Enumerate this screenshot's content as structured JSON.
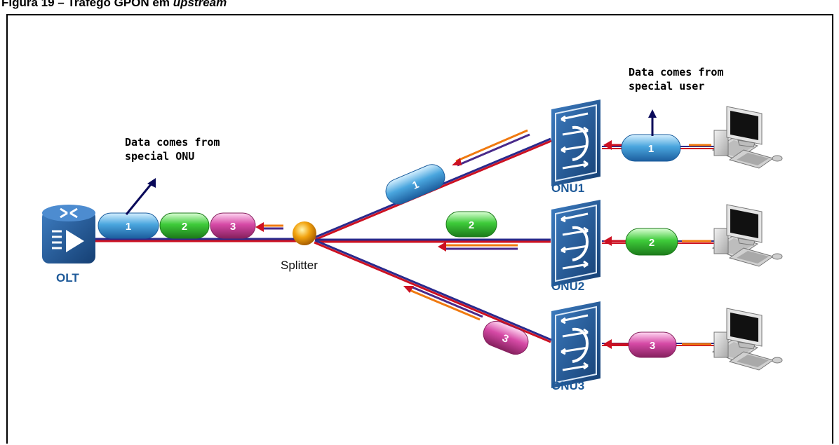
{
  "caption": {
    "main": "Figura 19 – Tráfego GPON em ",
    "emph": "upstream"
  },
  "olt": {
    "label": "OLT"
  },
  "splitter": {
    "label": "Splitter"
  },
  "notes": {
    "onu": [
      "Data comes from",
      "special ONU"
    ],
    "user": [
      "Data comes from",
      "special user"
    ]
  },
  "onus": [
    {
      "label": "ONU1",
      "packet": "1",
      "color": "blue"
    },
    {
      "label": "ONU2",
      "packet": "2",
      "color": "green"
    },
    {
      "label": "ONU3",
      "packet": "3",
      "color": "magenta"
    }
  ],
  "olt_packets": [
    "1",
    "2",
    "3"
  ],
  "colors": {
    "fiber_red": "#cc1122",
    "fiber_blue": "#2a2a8c",
    "arrow_orange": "#f07a10",
    "arrow_purple": "#4a2a8a",
    "device_blue": "#1e5a99",
    "pill_blue": "#4aa6de",
    "pill_green": "#3ecb3a",
    "pill_magenta": "#d64aa6"
  },
  "icons": [
    "olt-router-icon",
    "onu-switch-icon",
    "desktop-computer-icon",
    "splitter-ball-icon"
  ]
}
